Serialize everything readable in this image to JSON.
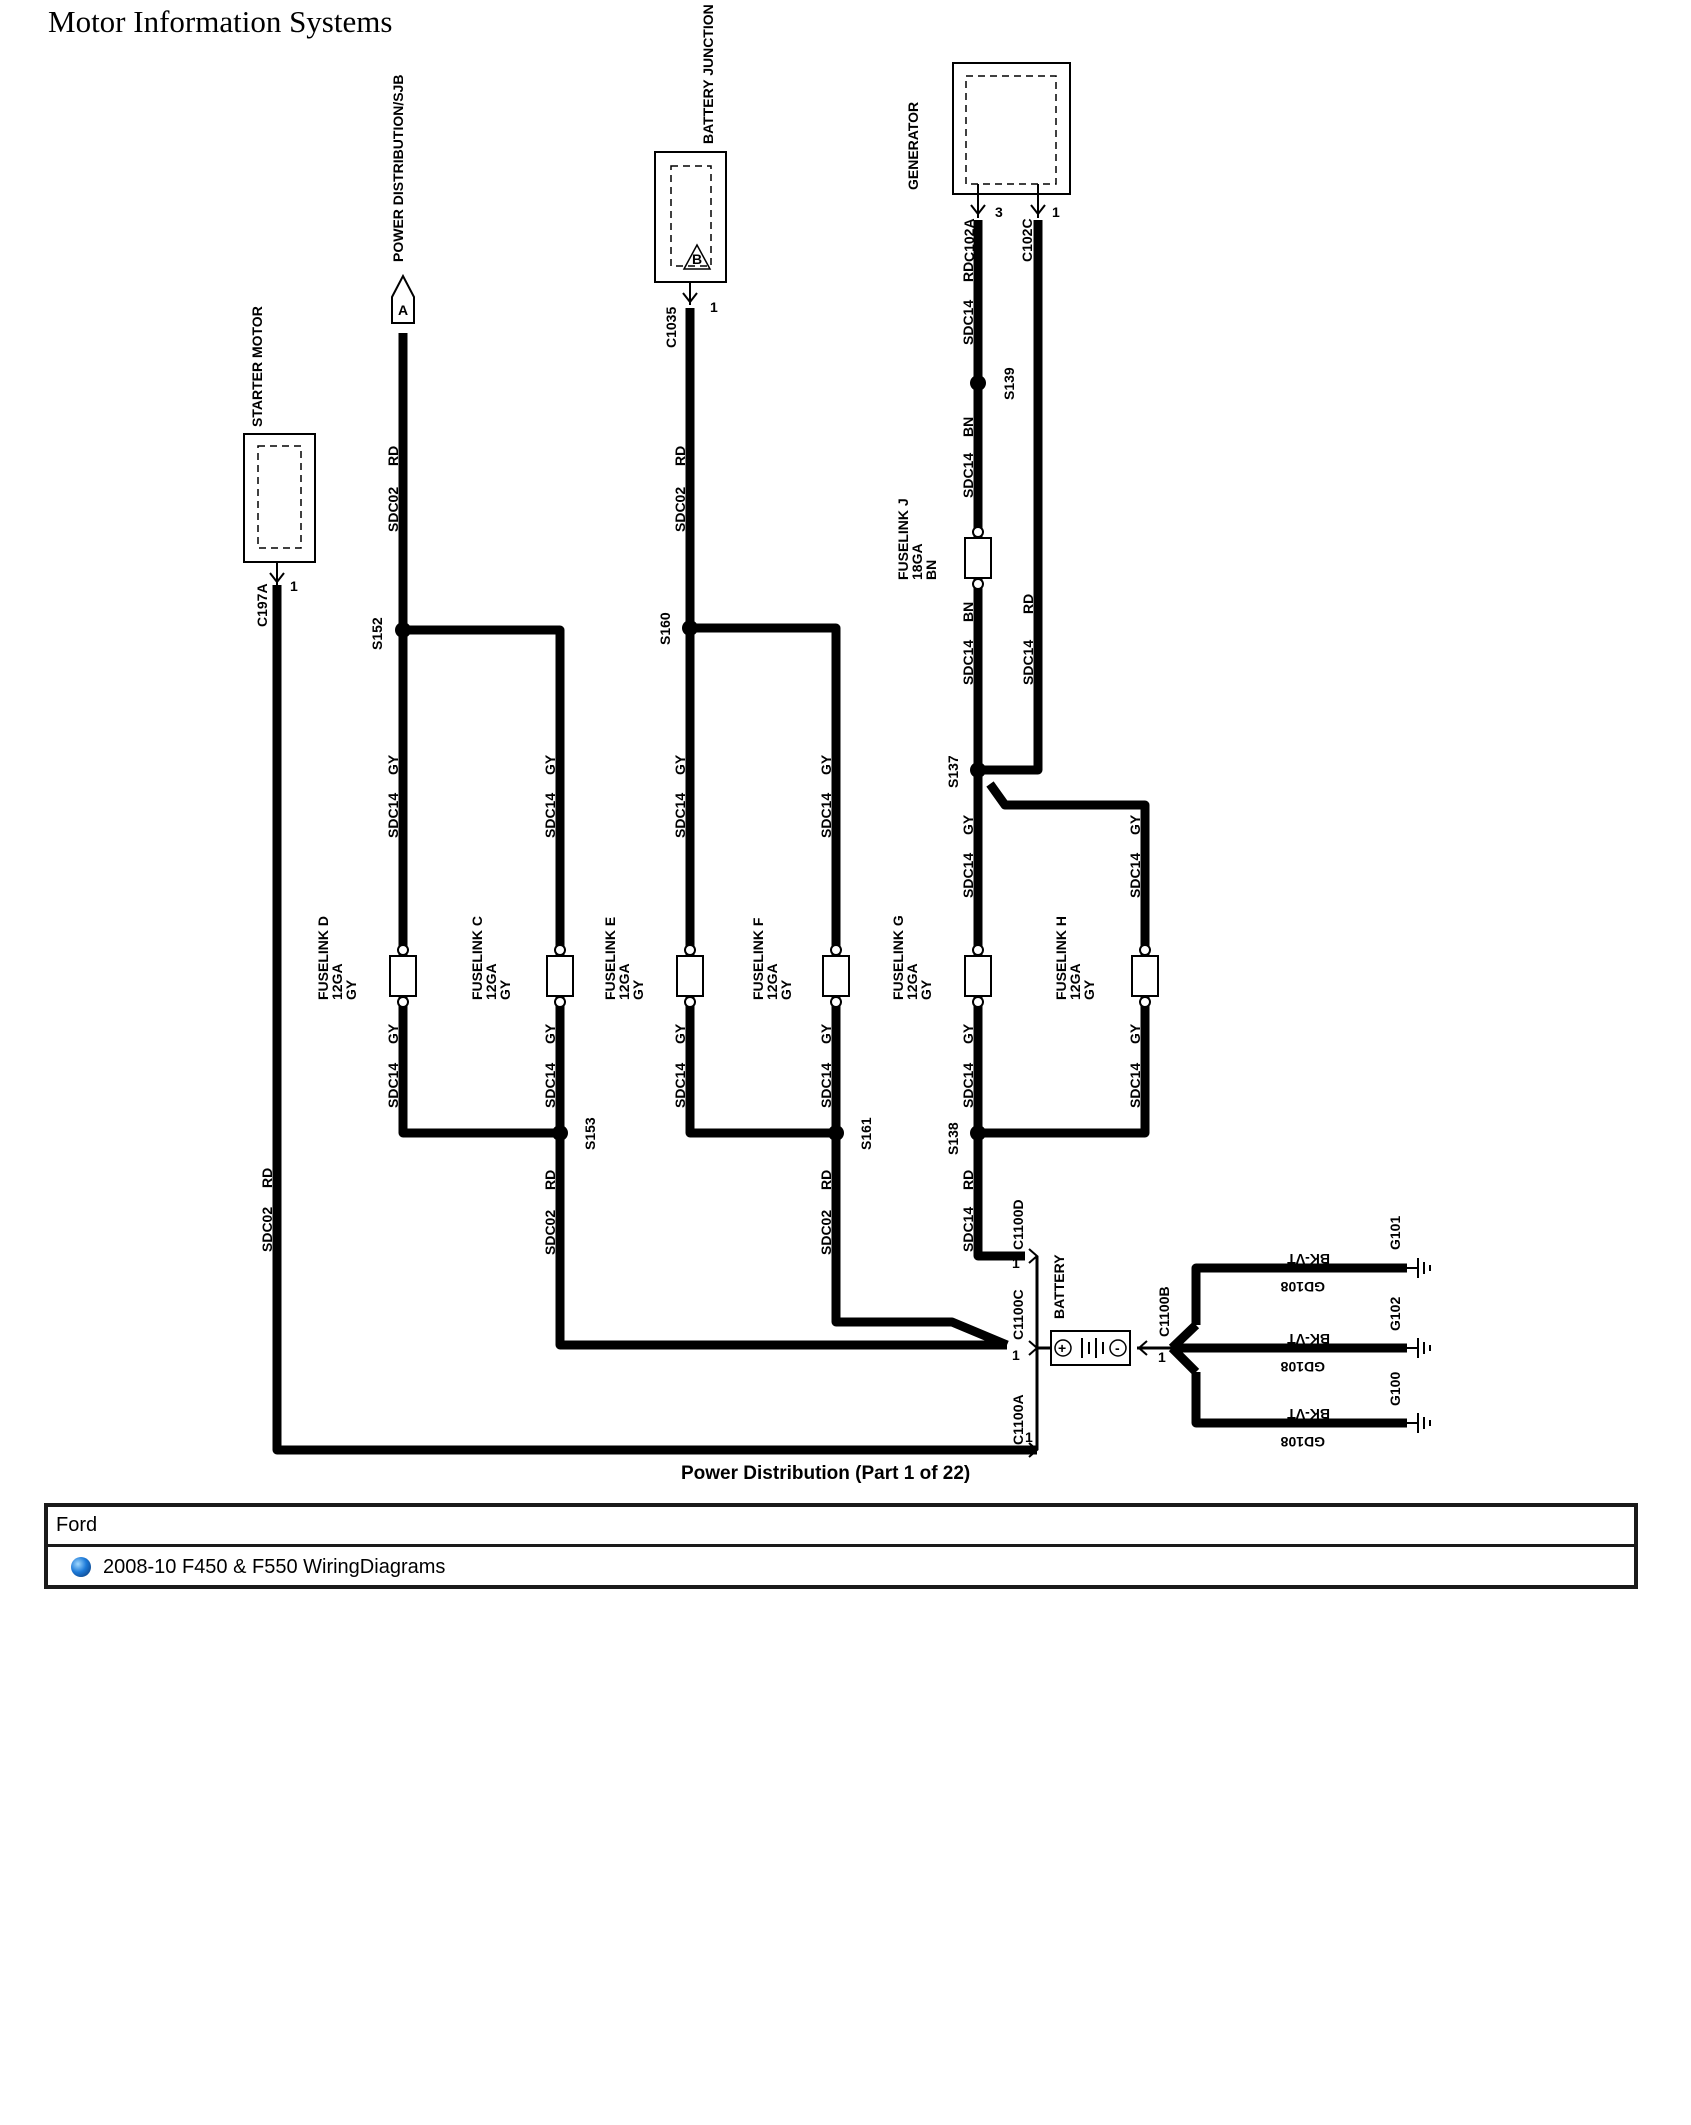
{
  "header": {
    "title": "Motor Information Systems"
  },
  "diagram": {
    "title": "Power Distribution (Part 1 of 22)",
    "components": {
      "starter": "STARTER MOTOR",
      "pdb": "POWER DISTRIBUTION/SJB",
      "pdb_pin": "A",
      "bjb": "BATTERY JUNCTION BOX (BJB)",
      "bjb_pin": "B",
      "generator": "GENERATOR",
      "battery": "BATTERY",
      "bat_plus": "+",
      "bat_minus": "-"
    },
    "connectors": {
      "c197a": "C197A",
      "c1035": "C1035",
      "c102a": "C102A",
      "c102c": "C102C",
      "c1100a": "C1100A",
      "c1100b": "C1100B",
      "c1100c": "C1100C",
      "c1100d": "C1100D"
    },
    "pins": {
      "one": "1",
      "three": "3"
    },
    "splices": {
      "s152": "S152",
      "s153": "S153",
      "s160": "S160",
      "s161": "S161",
      "s137": "S137",
      "s138": "S138",
      "s139": "S139"
    },
    "circuits": {
      "sdc02": "SDC02",
      "sdc14": "SDC14",
      "gd108": "GD108"
    },
    "colors": {
      "rd": "RD",
      "gy": "GY",
      "bn": "BN",
      "bkvt": "BK-VT"
    },
    "fuselinks": {
      "d": "FUSELINK D",
      "c": "FUSELINK C",
      "e": "FUSELINK E",
      "f": "FUSELINK F",
      "g": "FUSELINK G",
      "h": "FUSELINK H",
      "j": "FUSELINK J",
      "ga12": "12GA",
      "ga18": "18GA"
    },
    "grounds": {
      "g101": "G101",
      "g102": "G102",
      "g100": "G100"
    }
  },
  "footer": {
    "brand": "Ford",
    "item": "2008-10 F450 & F550 WiringDiagrams",
    "item_icon": "globe-icon"
  }
}
